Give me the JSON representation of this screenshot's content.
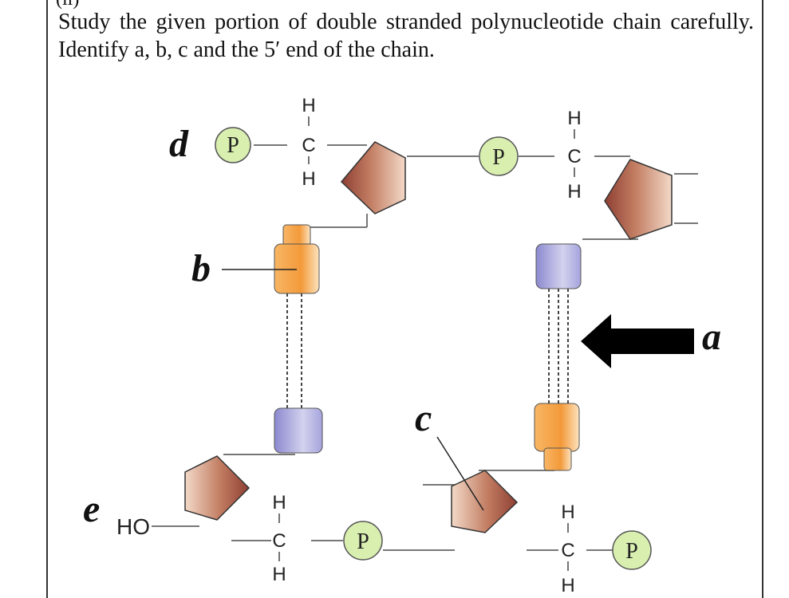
{
  "question": {
    "number": "(ii)",
    "line1": "Study the given portion of double stranded polynucleotide chain carefully.",
    "line2": "Identify a, b, c and the 5′ end of the chain."
  },
  "diagram": {
    "labels": {
      "a": "a",
      "b": "b",
      "c": "c",
      "d": "d",
      "e": "e"
    },
    "phosphate": "P",
    "hydroxyl": "HO",
    "atoms": {
      "H": "H",
      "C": "C"
    }
  },
  "colors": {
    "phosphate_fill": "#d9efb0",
    "sugar_dark": "#9a4a3c",
    "sugar_light": "#f0d2c0",
    "base_orange": "#f5a64a",
    "base_purple": "#9c9ad6",
    "arrow": "#000000"
  }
}
